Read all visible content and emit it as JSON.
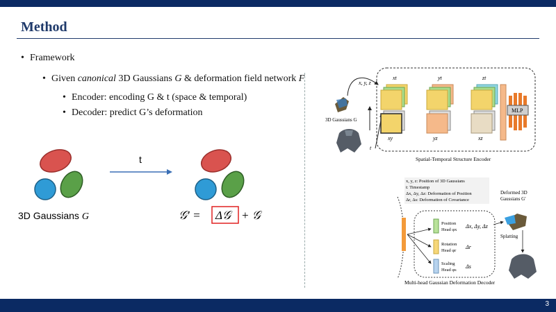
{
  "slide": {
    "title": "Method",
    "page_number": "3",
    "bullets": {
      "framework": "Framework",
      "given_pre": "Given ",
      "given_canonical": "canonical",
      "given_mid": " 3D Gaussians ",
      "given_G": "G",
      "given_mid2": " & deformation field network ",
      "given_F": "F",
      "encoder": "Encoder: encoding G & t (space & temporal)",
      "decoder": "Decoder: predict G’s deformation"
    },
    "left_figure": {
      "arrow_label": "t",
      "gaussians_label": "3D Gaussians",
      "gaussians_symbol": "G",
      "eq_lhs": "𝒢′ =",
      "eq_box": "Δ𝒢",
      "eq_rhs": "+ 𝒢",
      "colors": {
        "red": "#d9534f",
        "blue": "#2f9bd6",
        "green": "#5aa048",
        "box": "#e02020",
        "arrow": "#3a6fb5"
      }
    },
    "encoder_figure": {
      "input_coords": "x, y, z",
      "gaussians_label": "3D Gaussians G",
      "time_label": "t",
      "plane_labels": [
        "xt",
        "yt",
        "zt",
        "xy",
        "yz",
        "xz"
      ],
      "mlp_label": "MLP",
      "caption": "Spatial-Temporal Structure Encoder",
      "colors": {
        "yellow": "#f3d46b",
        "green": "#a9dc8c",
        "cyan": "#8fd6e0",
        "dark": "#2b2b2b",
        "orange": "#f39a3a",
        "peach": "#f5b98a",
        "beige": "#e8dcc4",
        "mlp": "#e87a2a"
      }
    },
    "decoder_figure": {
      "legend": [
        "x, y, z: Position of 3D Gaussians",
        "t: Timestamp",
        "Δx, Δy, Δz: Deformation of Position",
        "Δr, Δs: Deformation of Covariance"
      ],
      "deformed_label_1": "Deformed 3D",
      "deformed_label_2": "Gaussians G′",
      "splatting": "Splatting",
      "heads": [
        {
          "name": "Position",
          "sub": "Head φx",
          "out": "Δx, Δy, Δz",
          "color": "#b9e29a"
        },
        {
          "name": "Rotation",
          "sub": "Head φr",
          "out": "Δr",
          "color": "#f6d77a"
        },
        {
          "name": "Scaling",
          "sub": "Head φs",
          "out": "Δs",
          "color": "#b7d3ee"
        }
      ],
      "caption": "Multi-head Gaussian Deformation Decoder"
    }
  }
}
